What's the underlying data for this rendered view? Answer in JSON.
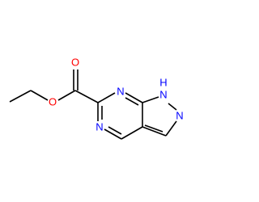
{
  "molecule": {
    "atoms": {
      "oxygen_carbonyl": "O",
      "oxygen_ester": "O",
      "nitrogen_n7": "N",
      "nitrogen_n5": "N",
      "nitrogen_nh": "H",
      "nitrogen_n1": "N",
      "nitrogen_n2": "N"
    },
    "colors": {
      "oxygen": "#ff0000",
      "nitrogen": "#0000ff",
      "bond": "#000000"
    }
  }
}
